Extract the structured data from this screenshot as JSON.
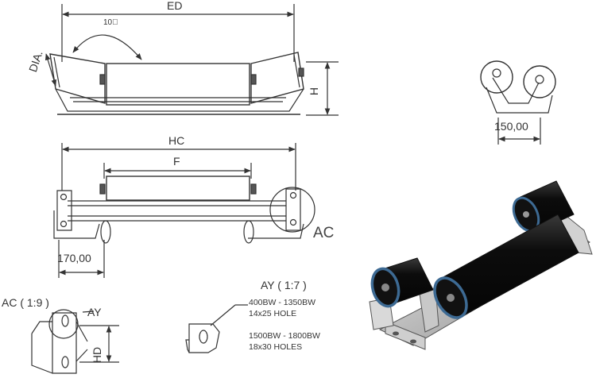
{
  "dimensions": {
    "ed": "ED",
    "angle": "10⃝",
    "dia": "DIA.",
    "h": "H",
    "hc": "HC",
    "f": "F",
    "ac": "AC",
    "hd": "HD",
    "ay": "AY",
    "width_170": "170,00",
    "width_150": "150,00"
  },
  "details": {
    "ac_title": "AC ( 1:9 )",
    "ay_title": "AY ( 1:7 )",
    "hole_spec_1_range": "400BW - 1350BW",
    "hole_spec_1_hole": "14x25 HOLE",
    "hole_spec_2_range": "1500BW - 1800BW",
    "hole_spec_2_hole": "18x30 HOLES"
  },
  "colors": {
    "line": "#3a3a3a",
    "roller_body": "#141414",
    "roller_ring": "#3d6a93",
    "frame": "#b8b8b8"
  }
}
